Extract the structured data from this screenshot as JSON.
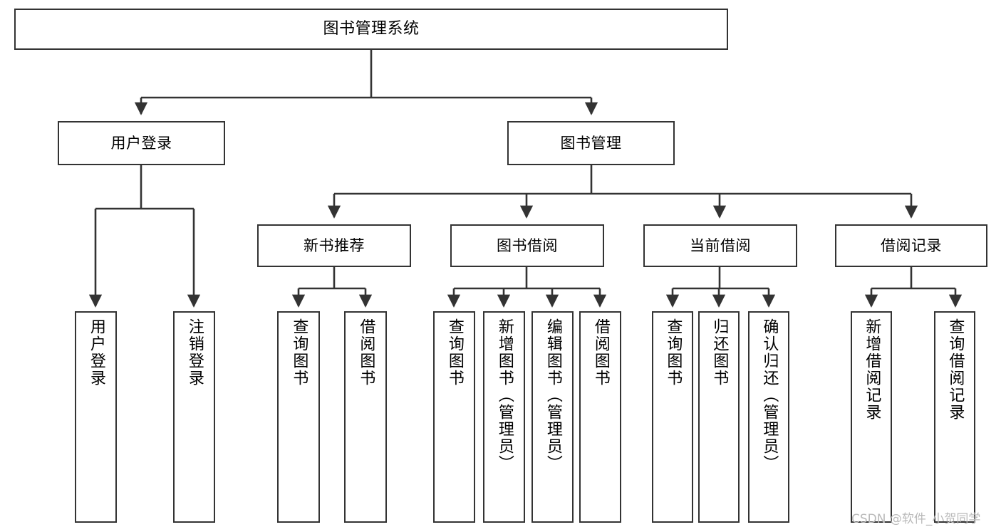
{
  "diagram": {
    "title": "图书管理系统",
    "type": "tree-hierarchy",
    "background_color": "#ffffff",
    "line_color": "#333333",
    "box_border_color": "#333333",
    "box_fill_color": "#ffffff",
    "text_color": "#000000"
  },
  "nodes": {
    "root": {
      "label": "图书管理系统"
    },
    "level2": [
      {
        "label": "用户登录"
      },
      {
        "label": "图书管理"
      }
    ],
    "level3": [
      {
        "label": "新书推荐"
      },
      {
        "label": "图书借阅"
      },
      {
        "label": "当前借阅"
      },
      {
        "label": "借阅记录"
      }
    ],
    "leaves": {
      "user_login": [
        {
          "label": "用户登录"
        },
        {
          "label": "注销登录"
        }
      ],
      "new_book_recommend": [
        {
          "label": "查询图书"
        },
        {
          "label": "借阅图书"
        }
      ],
      "book_borrow": [
        {
          "label": "查询图书"
        },
        {
          "label": "新增图书（管理员）"
        },
        {
          "label": "编辑图书（管理员）"
        },
        {
          "label": "借阅图书"
        }
      ],
      "current_borrow": [
        {
          "label": "查询图书"
        },
        {
          "label": "归还图书"
        },
        {
          "label": "确认归还（管理员）"
        }
      ],
      "borrow_record": [
        {
          "label": "新增借阅记录"
        },
        {
          "label": "查询借阅记录"
        }
      ]
    }
  },
  "watermark": {
    "text": "CSDN @软件_小贺同学"
  }
}
